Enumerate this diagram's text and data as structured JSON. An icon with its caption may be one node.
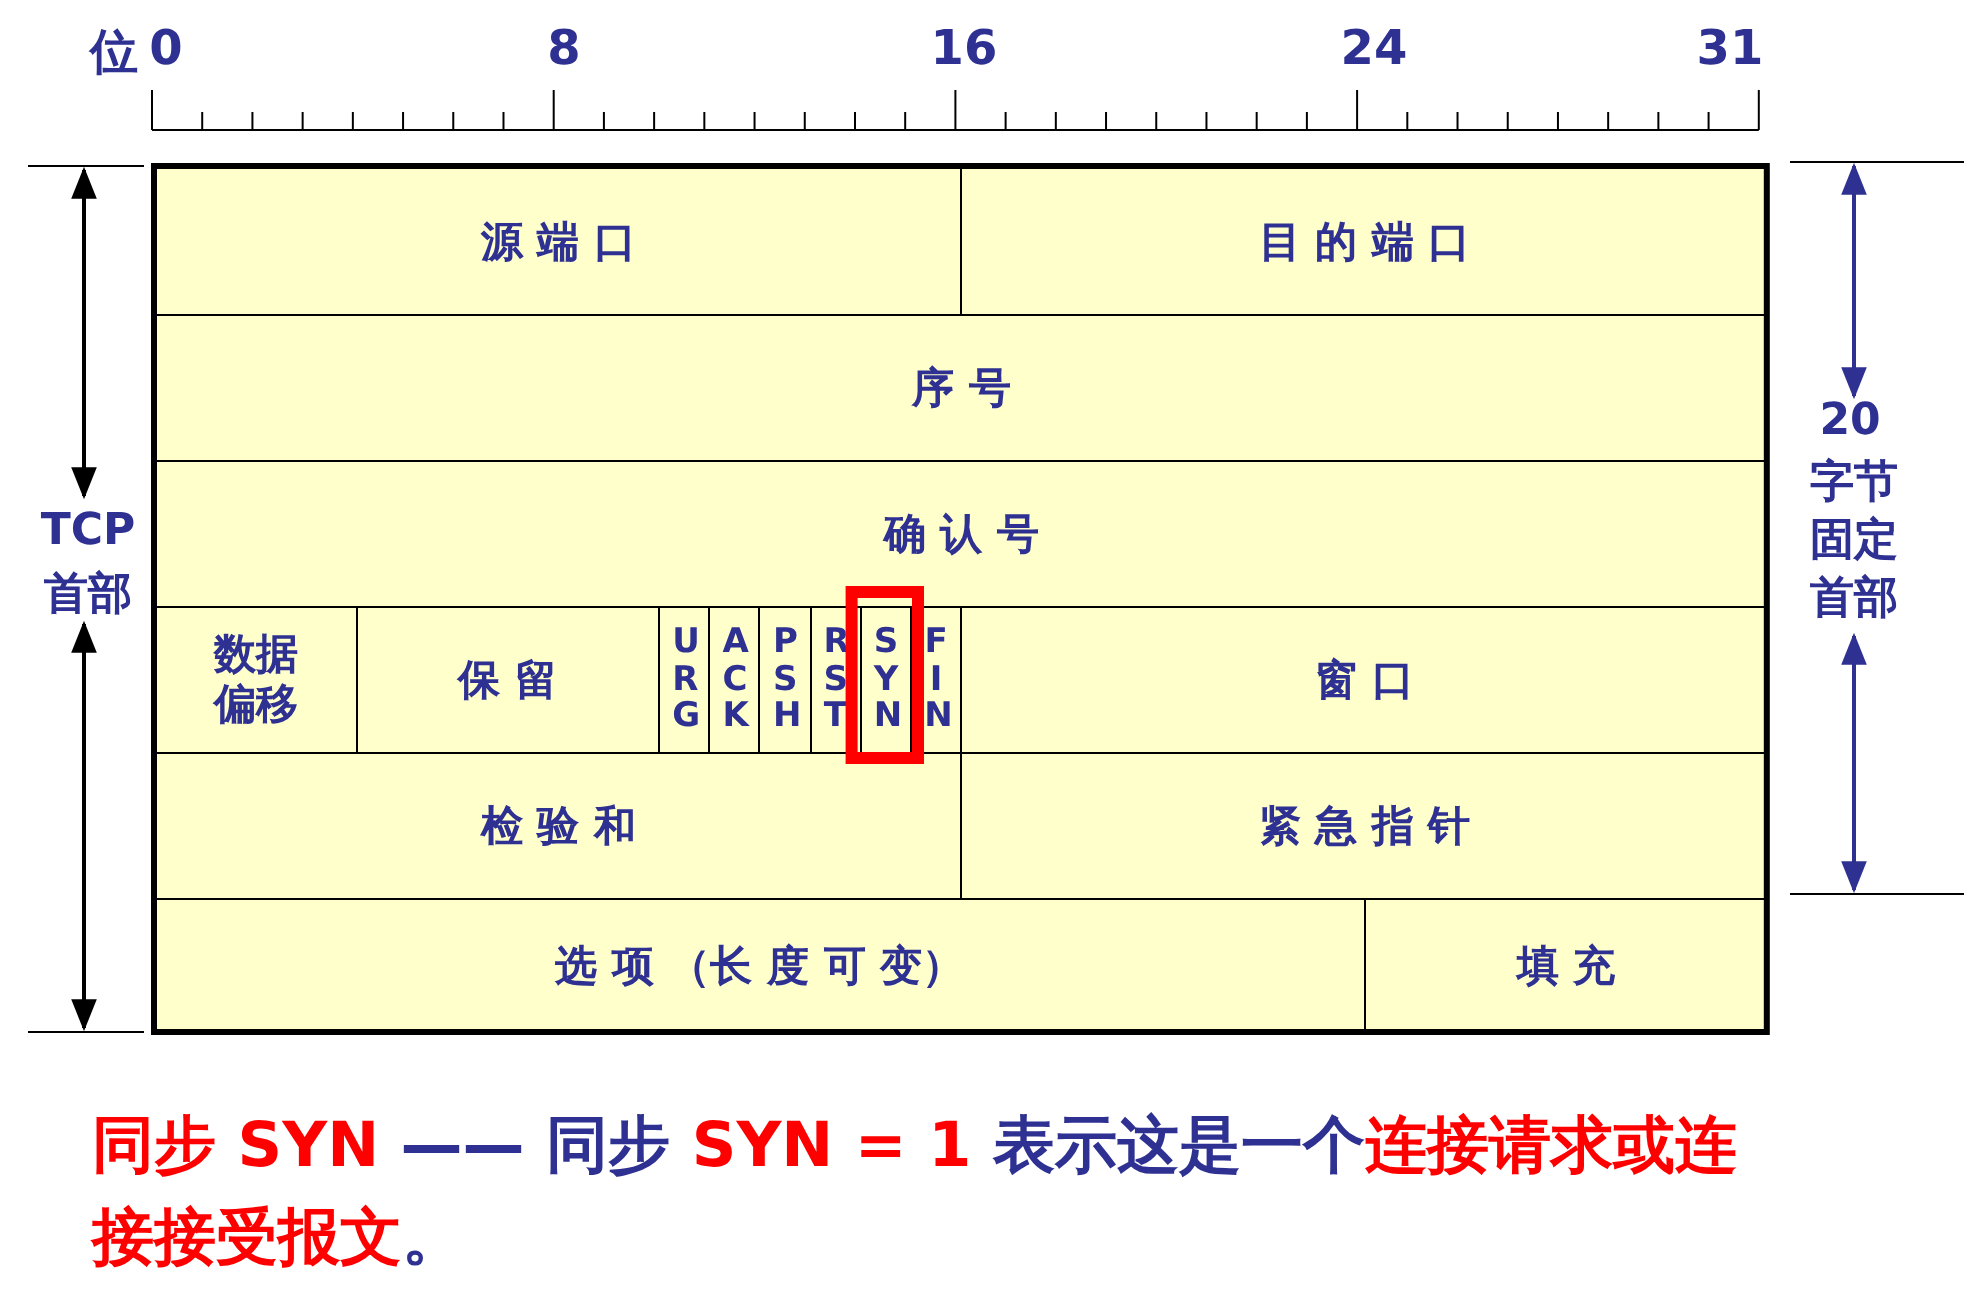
{
  "diagram": {
    "caption": "**同步 SYN** —— 同步 **SYN = 1** 表示这是一个**连接请求或连接接受报文**。",
    "nodes": [
      {
        "text": [
          "源 端 口"
        ]
      },
      {
        "text": [
          "目 的 端 口"
        ]
      },
      {
        "text": [
          "序 号"
        ]
      },
      {
        "text": [
          "确 认 号"
        ]
      },
      {
        "text": [
          "数据偏移"
        ]
      },
      {
        "text": [
          "保 留"
        ]
      },
      {
        "text": [
          "URG"
        ]
      },
      {
        "text": [
          "ACK"
        ]
      },
      {
        "text": [
          "PSH"
        ]
      },
      {
        "text": [
          "RST"
        ]
      },
      {
        "text": [
          "SYN"
        ]
      },
      {
        "text": [
          "FIN"
        ]
      },
      {
        "text": [
          "窗 口"
        ]
      },
      {
        "text": [
          "检 验 和"
        ]
      },
      {
        "text": [
          "紧 急 指 针"
        ]
      },
      {
        "text": [
          "选 项 （长 度 可 变）"
        ]
      },
      {
        "text": [
          "填 充"
        ]
      }
    ],
    "labels": [
      "位",
      "0",
      "8",
      "16",
      "24",
      "31",
      "TCP",
      "首部",
      "20",
      "字节固定首部"
    ]
  }
}
